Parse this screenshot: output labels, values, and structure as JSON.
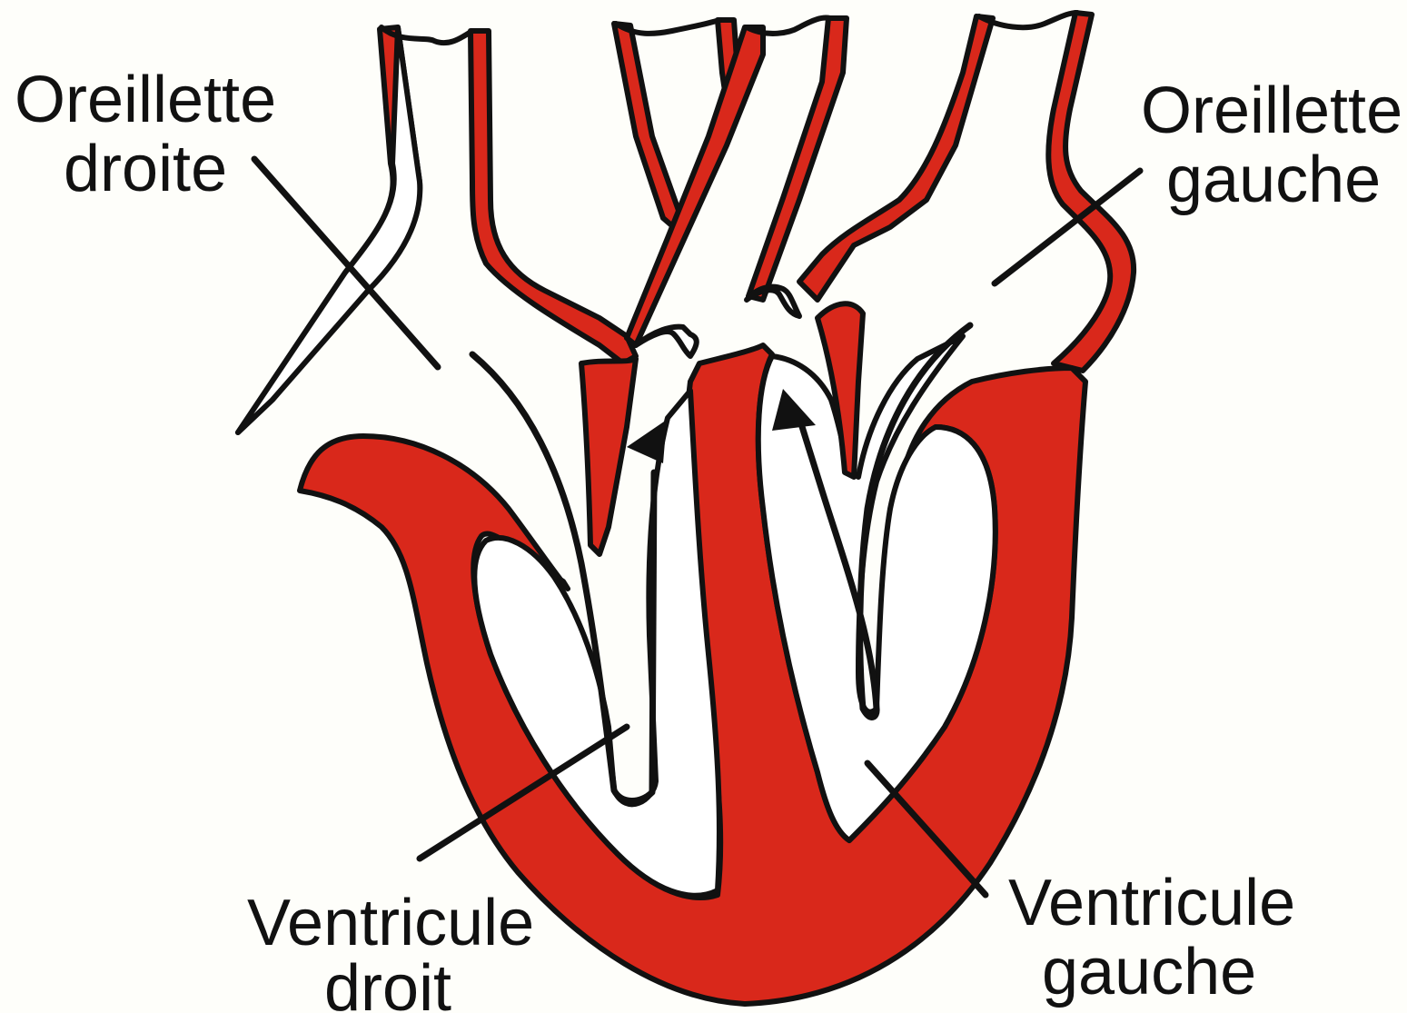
{
  "colors": {
    "background": "#fefefa",
    "muscle": "#d9281b",
    "outline": "#111111",
    "cavity": "#ffffff"
  },
  "labels": {
    "right_atrium": {
      "line1": "Oreillette",
      "line2": "droite"
    },
    "left_atrium": {
      "line1": "Oreillette",
      "line2": "gauche"
    },
    "right_ventricle": {
      "line1": "Ventricule",
      "line2": "droit"
    },
    "left_ventricle": {
      "line1": "Ventricule",
      "line2": "gauche"
    }
  },
  "icons": {
    "flow_arrow": "arrow-up-icon"
  }
}
